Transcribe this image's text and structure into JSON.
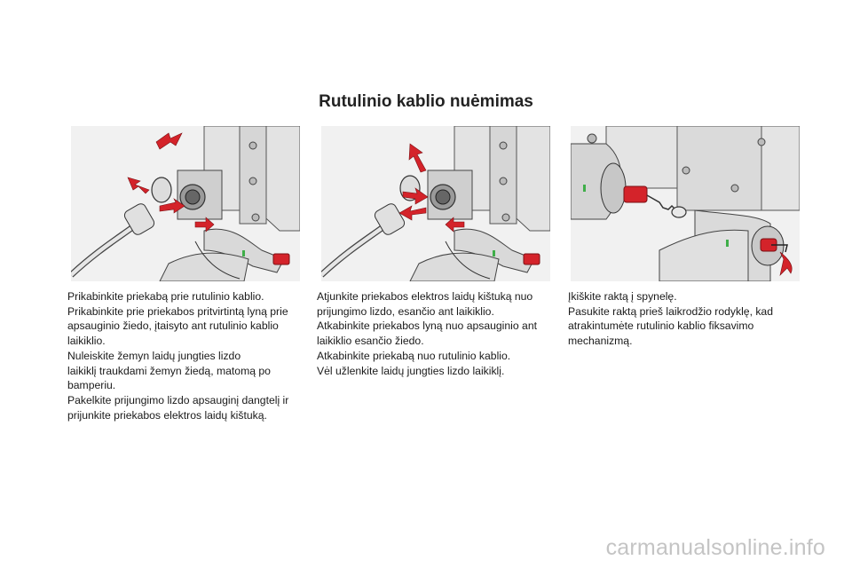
{
  "title": "Rutulinio kablio nuėmimas",
  "colors": {
    "arrow_red": "#d4232a",
    "illustration_gray": "#d9d9d9",
    "line_dark": "#2b2b2b",
    "indicator_green": "#3fae49"
  },
  "columns": [
    {
      "lines": [
        "Prikabinkite priekabą prie rutulinio kablio.",
        "Prikabinkite prie priekabos pritvirtintą lyną prie",
        "apsauginio žiedo, įtaisyto ant rutulinio kablio",
        "laikiklio.",
        "Nuleiskite žemyn laidų jungties lizdo",
        "laikiklį traukdami žemyn žiedą, matomą po",
        "bamperiu.",
        "Pakelkite prijungimo lizdo apsauginį dangtelį ir",
        "prijunkite priekabos elektros laidų kištuką."
      ]
    },
    {
      "lines": [
        "Atjunkite priekabos elektros laidų kištuką nuo",
        "prijungimo lizdo, esančio ant laikiklio.",
        "Atkabinkite priekabos lyną nuo apsauginio ant",
        "laikiklio esančio žiedo.",
        "Atkabinkite priekabą nuo rutulinio kablio.",
        "Vėl užlenkite laidų jungties lizdo laikiklį."
      ]
    },
    {
      "lines": [
        "Įkiškite raktą į spynelę.",
        "Pasukite raktą prieš laikrodžio rodyklę, kad",
        "atrakintumėte rutulinio kablio fiksavimo",
        "mechanizmą."
      ]
    }
  ],
  "watermark": "carmanualsonline.info"
}
